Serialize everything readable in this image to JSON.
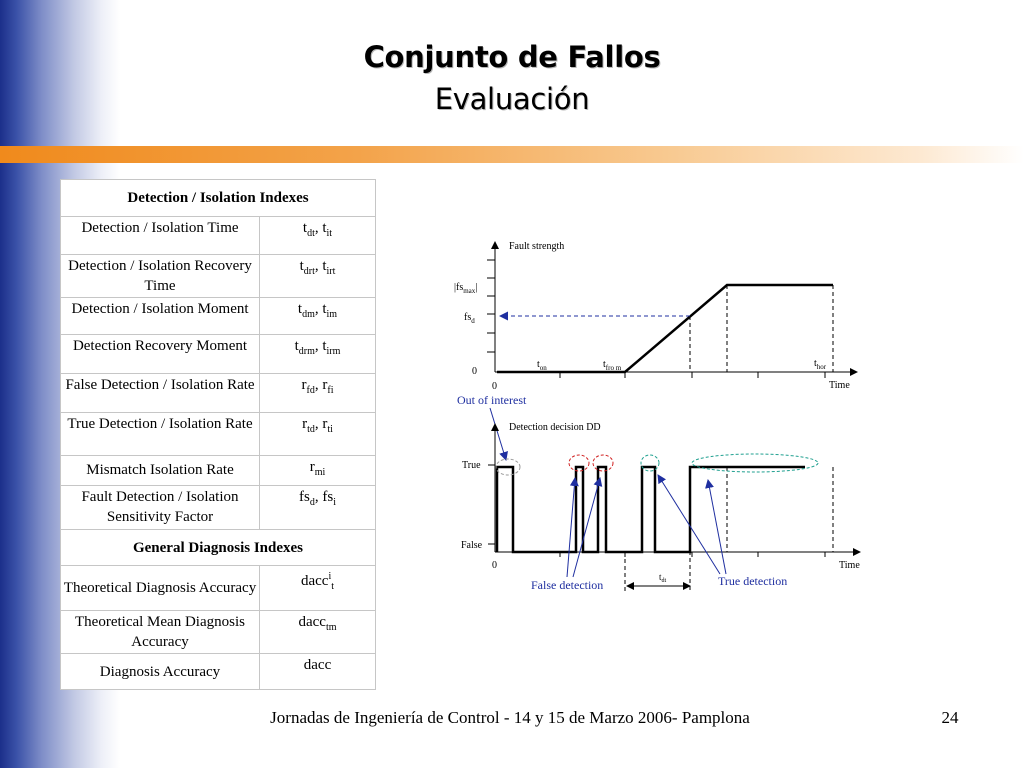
{
  "slide": {
    "title": "Conjunto de Fallos",
    "subtitle": "Evaluación",
    "footer": "Jornadas de Ingeniería de Control - 14 y 15 de Marzo 2006- Pamplona",
    "page_number": "24"
  },
  "table": {
    "section1": "Detection / Isolation Indexes",
    "rows1": [
      {
        "name": "Detection  / Isolation Time",
        "main": [
          "t",
          "t"
        ],
        "subs": [
          "dt",
          "it"
        ]
      },
      {
        "name": "Detection / Isolation Recovery Time",
        "main": [
          "t",
          "t"
        ],
        "subs": [
          "drt",
          "irt"
        ]
      },
      {
        "name": "Detection / Isolation Moment",
        "main": [
          "t",
          "t"
        ],
        "subs": [
          "dm",
          "im"
        ]
      },
      {
        "name": "Detection Recovery Moment",
        "main": [
          "t",
          "t"
        ],
        "subs": [
          "drm",
          "irm"
        ]
      },
      {
        "name": "False Detection / Isolation Rate",
        "main": [
          "r",
          "r"
        ],
        "subs": [
          "fd",
          "fi"
        ]
      },
      {
        "name": "True Detection / Isolation Rate",
        "main": [
          "r",
          "r"
        ],
        "subs": [
          "td",
          "ti"
        ]
      },
      {
        "name": "Mismatch Isolation Rate",
        "main": [
          "r"
        ],
        "subs": [
          "mi"
        ]
      },
      {
        "name": "Fault Detection / Isolation Sensitivity Factor",
        "main": [
          "fs",
          "fs"
        ],
        "subs": [
          "d",
          "i"
        ]
      }
    ],
    "section2": "General Diagnosis Indexes",
    "rows2": [
      {
        "name": "Theoretical Diagnosis Accuracy",
        "main": "dacc",
        "sup": "i",
        "sub": "t"
      },
      {
        "name": "Theoretical Mean Diagnosis Accuracy",
        "main": "dacc",
        "sub": "tm"
      },
      {
        "name": "Diagnosis Accuracy",
        "main": "dacc"
      }
    ]
  },
  "diagram": {
    "top_plot": {
      "y_title": "Fault strength",
      "y_label_fsmax_main": "|fs",
      "y_label_fsmax_sub": "max",
      "y_label_fsmax_end": "|",
      "y_label_fsd_main": "fs",
      "y_label_fsd_sub": "d",
      "y_zero": "0",
      "x_zero": "0",
      "x_title": "Time",
      "t_on_main": "t",
      "t_on_sub": "on",
      "t_from_main": "t",
      "t_from_sub": "fro m",
      "t_hor_main": "t",
      "t_hor_sub": "hor"
    },
    "bottom_plot": {
      "y_title": "Detection decision DD",
      "true_label": "True",
      "false_label": "False",
      "x_zero": "0",
      "x_title": "Time",
      "t_dt_main": "t",
      "t_dt_sub": "dt"
    },
    "annotations": {
      "out_of_interest": "Out of interest",
      "false_detection": "False detection",
      "true_detection": "True detection"
    },
    "colors": {
      "annotation_blue": "#1f2fa0",
      "red_circle": "#d02020",
      "green_circle": "#20a090"
    }
  }
}
